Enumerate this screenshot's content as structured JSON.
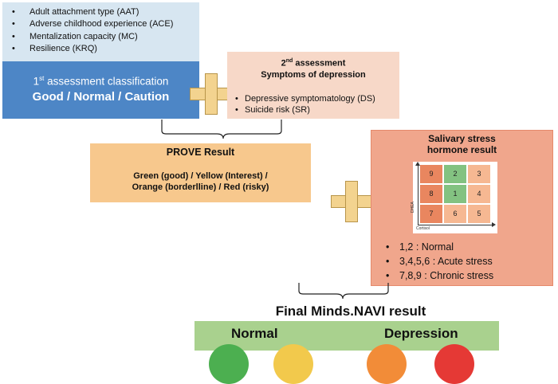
{
  "first_assessment": {
    "items": [
      "Adult attachment type (AAT)",
      "Adverse childhood experience (ACE)",
      "Mentalization capacity (MC)",
      "Resilience (KRQ)"
    ],
    "classification_number": "1",
    "classification_superscript": "st",
    "classification_title": " assessment classification",
    "classification_values": "Good / Normal / Caution",
    "colors": {
      "list_bg": "#d7e6f1",
      "classification_bg": "#4d86c6"
    }
  },
  "second_assessment": {
    "number": "2",
    "superscript": "nd",
    "title": "  assessment",
    "subtitle": "Symptoms of depression",
    "items": [
      "Depressive symptomatology (DS)",
      "Suicide risk (SR)"
    ],
    "color": "#f7d8c8"
  },
  "prove": {
    "title": "PROVE Result",
    "line1": "Green (good) / Yellow (Interest) /",
    "line2": "Orange (borderlline) / Red (risky)",
    "color": "#f7c88d"
  },
  "salivary": {
    "title_line1": "Salivary stress",
    "title_line2": "hormone result",
    "grid": [
      {
        "label": "9",
        "color": "#e9865f"
      },
      {
        "label": "2",
        "color": "#83c281"
      },
      {
        "label": "3",
        "color": "#f6b892"
      },
      {
        "label": "8",
        "color": "#e9865f"
      },
      {
        "label": "1",
        "color": "#83c281"
      },
      {
        "label": "4",
        "color": "#f6b892"
      },
      {
        "label": "7",
        "color": "#e9865f"
      },
      {
        "label": "6",
        "color": "#f6b892"
      },
      {
        "label": "5",
        "color": "#f6b892"
      }
    ],
    "axis_x_label": "Cortisol",
    "axis_y_label": "DHEA",
    "legend": [
      "1,2 : Normal",
      "3,4,5,6 : Acute stress",
      "7,8,9 : Chronic stress"
    ],
    "color": "#f0a68c"
  },
  "final": {
    "title": "Final Minds.NAVI result",
    "normal_label": "Normal",
    "depression_label": "Depression",
    "panel_color": "#a9d18e",
    "dot_colors": [
      "#4caf50",
      "#f2c94c",
      "#f28c38",
      "#e53935"
    ]
  },
  "plus_color": "#f3d38f"
}
